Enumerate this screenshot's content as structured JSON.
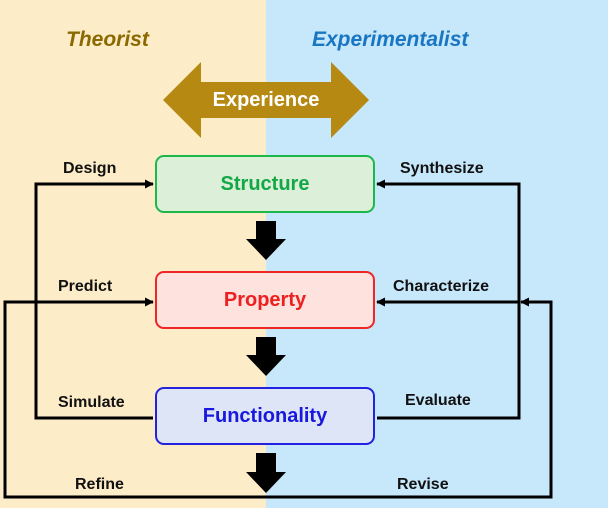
{
  "headings": {
    "theorist": "Theorist",
    "experimentalist": "Experimentalist"
  },
  "center_arrow": {
    "label": "Experience"
  },
  "boxes": {
    "structure": "Structure",
    "property": "Property",
    "functionality": "Functionality"
  },
  "left_labels": {
    "design": "Design",
    "predict": "Predict",
    "simulate": "Simulate",
    "refine": "Refine"
  },
  "right_labels": {
    "synthesize": "Synthesize",
    "characterize": "Characterize",
    "evaluate": "Evaluate",
    "revise": "Revise"
  },
  "colors": {
    "theorist_bg": "#fdecc8",
    "experimentalist_bg": "#c7e7fb",
    "experience_arrow": "#b68a12",
    "structure": "#1db84a",
    "property": "#ef2626",
    "functionality": "#2222e0"
  }
}
